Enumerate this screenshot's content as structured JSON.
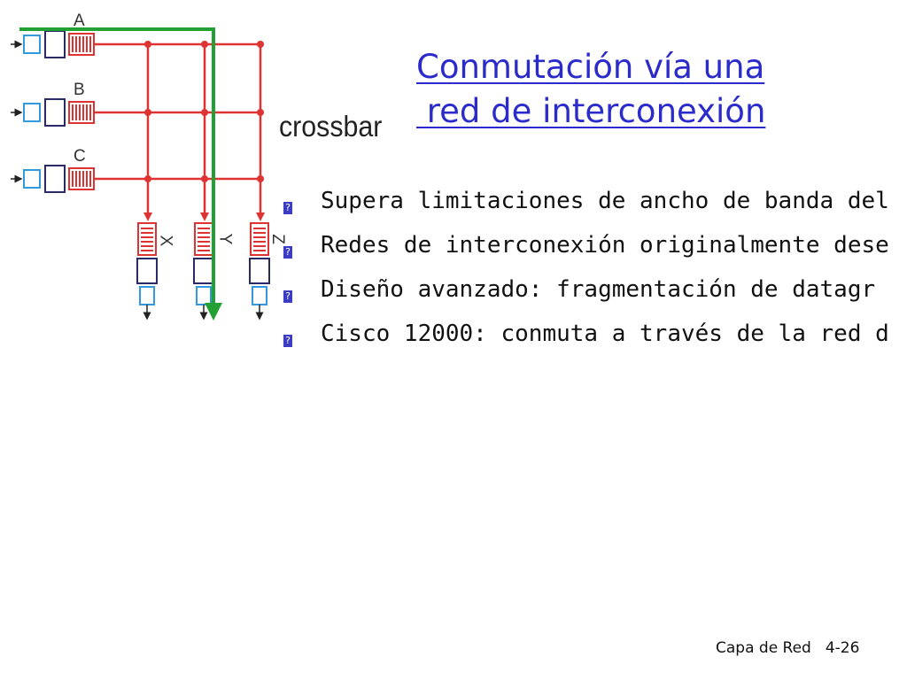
{
  "title": {
    "line1": "Conmutación vía una",
    "line2": " red de interconexión"
  },
  "diagram": {
    "label": "crossbar",
    "inputs": [
      "A",
      "B",
      "C"
    ],
    "outputs": [
      "X",
      "Y",
      "Z"
    ]
  },
  "bullets": [
    "Supera limitaciones de ancho de banda del",
    "Redes de interconexión originalmente dese",
    "Diseño avanzado: fragmentación de datagr",
    "Cisco 12000: conmuta a través de la red d"
  ],
  "bullet_icon": "?",
  "footer": {
    "section": "Capa de Red",
    "page": "4-26"
  },
  "colors": {
    "title": "#2b2bcc",
    "fabric": "#dd3333",
    "path": "#22a033",
    "port_blue": "#3399dd",
    "port_dark": "#2a2a66"
  }
}
